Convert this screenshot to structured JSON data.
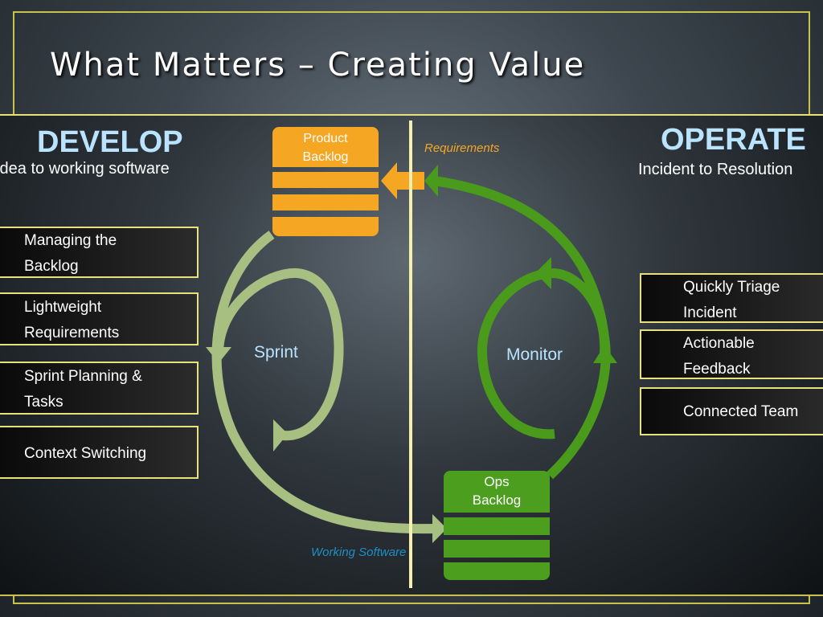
{
  "title": "What Matters – Creating Value",
  "develop": {
    "heading": "DEVELOP",
    "subtitle": "Idea to working software",
    "items": [
      "Managing the\nBacklog",
      "Lightweight\nRequirements",
      "Sprint Planning &\nTasks",
      "Context Switching"
    ]
  },
  "operate": {
    "heading": "OPERATE",
    "subtitle": "Incident to Resolution",
    "items": [
      "Quickly Triage\nIncident",
      "Actionable\nFeedback",
      "Connected Team"
    ]
  },
  "product_backlog": "Product\nBacklog",
  "ops_backlog": "Ops\nBacklog",
  "sprint_label": "Sprint",
  "monitor_label": "Monitor",
  "requirements_label": "Requirements",
  "working_software_label": "Working Software",
  "colors": {
    "frame": "#e8e07a",
    "develop_heading": "#b9e3ff",
    "product_backlog": "#f5a623",
    "ops_backlog": "#4c9e1e",
    "sprint_arrow": "#a8bf82",
    "monitor_arrow": "#4a9a1c",
    "requirements_text": "#f5a623",
    "working_software_text": "#1e8fc6",
    "sprint_text": "#b9e3ff",
    "monitor_text": "#b9e3ff"
  }
}
